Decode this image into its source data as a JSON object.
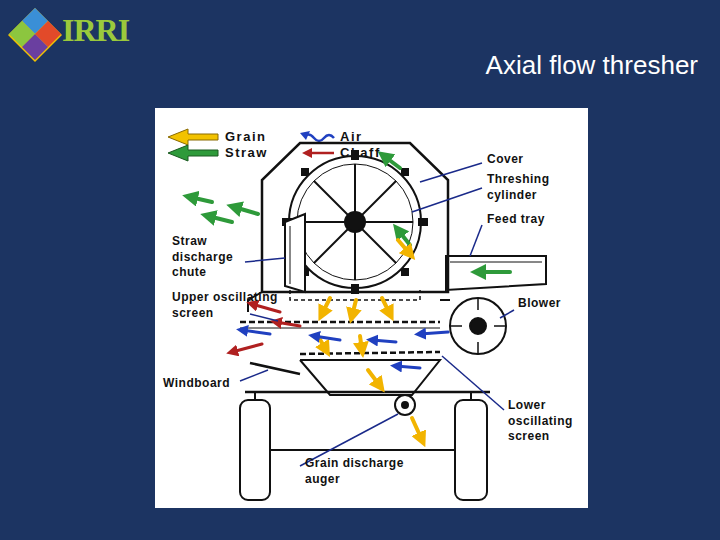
{
  "diagram": {
    "title": "Axial flow thresher",
    "labels": [
      "IRRI",
      "Cover",
      "Threshing cylinder",
      "Feed tray",
      "Straw discharge chute",
      "Upper oscillating screen",
      "Blower",
      "Windboard",
      "Lower oscillating screen",
      "Grain discharge auger"
    ],
    "legend": [
      {
        "text": "Grain"
      },
      {
        "text": "Straw"
      },
      {
        "text": "Air"
      },
      {
        "text": "Chaff"
      }
    ]
  }
}
